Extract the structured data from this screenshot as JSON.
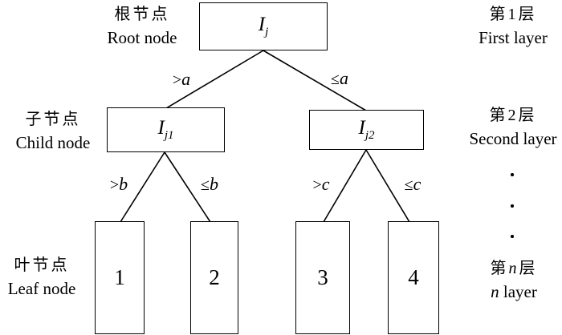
{
  "figure": {
    "colors": {
      "background": "#ffffff",
      "line": "#000000",
      "text": "#000000"
    }
  },
  "tree": {
    "root": {
      "base": "I",
      "sub": "j"
    },
    "child1": {
      "base": "I",
      "sub": "j1"
    },
    "child2": {
      "base": "I",
      "sub": "j2"
    },
    "leaves": [
      "1",
      "2",
      "3",
      "4"
    ],
    "edges": {
      "root_left": {
        "op": ">",
        "var": "a"
      },
      "root_right": {
        "op": "≤",
        "var": "a"
      },
      "child1_left": {
        "op": ">",
        "var": "b"
      },
      "child1_right": {
        "op": "≤",
        "var": "b"
      },
      "child2_left": {
        "op": ">",
        "var": "c"
      },
      "child2_right": {
        "op": "≤",
        "var": "c"
      }
    }
  },
  "side_labels": {
    "left": {
      "root": {
        "zh": "根节点",
        "en": "Root node"
      },
      "child": {
        "zh": "子节点",
        "en": "Child node"
      },
      "leaf": {
        "zh": "叶节点",
        "en": "Leaf node"
      }
    },
    "right": {
      "layer1": {
        "zh": "第1层",
        "en": "First layer"
      },
      "layer2": {
        "zh": "第2层",
        "en": "Second layer"
      },
      "layerN": {
        "zh_pre": "第",
        "zh_var": "n",
        "zh_post": "层",
        "en_var": "n",
        "en_post": " layer"
      }
    }
  }
}
